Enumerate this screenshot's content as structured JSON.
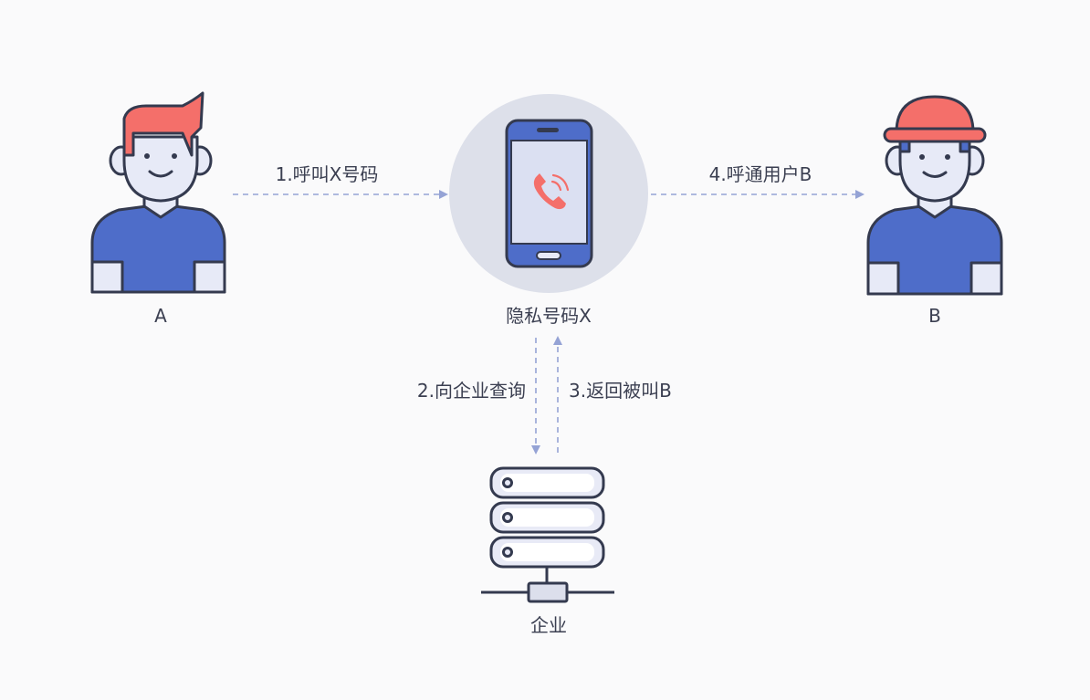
{
  "nodes": {
    "user_a": {
      "label": "A"
    },
    "privacy_number": {
      "label": "隐私号码X"
    },
    "user_b": {
      "label": "B"
    },
    "enterprise": {
      "label": "企业"
    }
  },
  "edges": [
    {
      "from": "user_a",
      "to": "privacy_number",
      "label": "1.呼叫X号码"
    },
    {
      "from": "privacy_number",
      "to": "enterprise",
      "label": "2.向企业查询"
    },
    {
      "from": "enterprise",
      "to": "privacy_number",
      "label": "3.返回被叫B"
    },
    {
      "from": "privacy_number",
      "to": "user_b",
      "label": "4.呼通用户B"
    }
  ],
  "colors": {
    "outline": "#343a4f",
    "shirt": "#4e6dc9",
    "skin": "#e7eaf7",
    "hair_hat": "#f46f6a",
    "phone_circle": "#dde0ea",
    "phone_screen": "#dbe0f2",
    "arrow": "#95a3d5",
    "server_box": "#e8eaf6"
  }
}
